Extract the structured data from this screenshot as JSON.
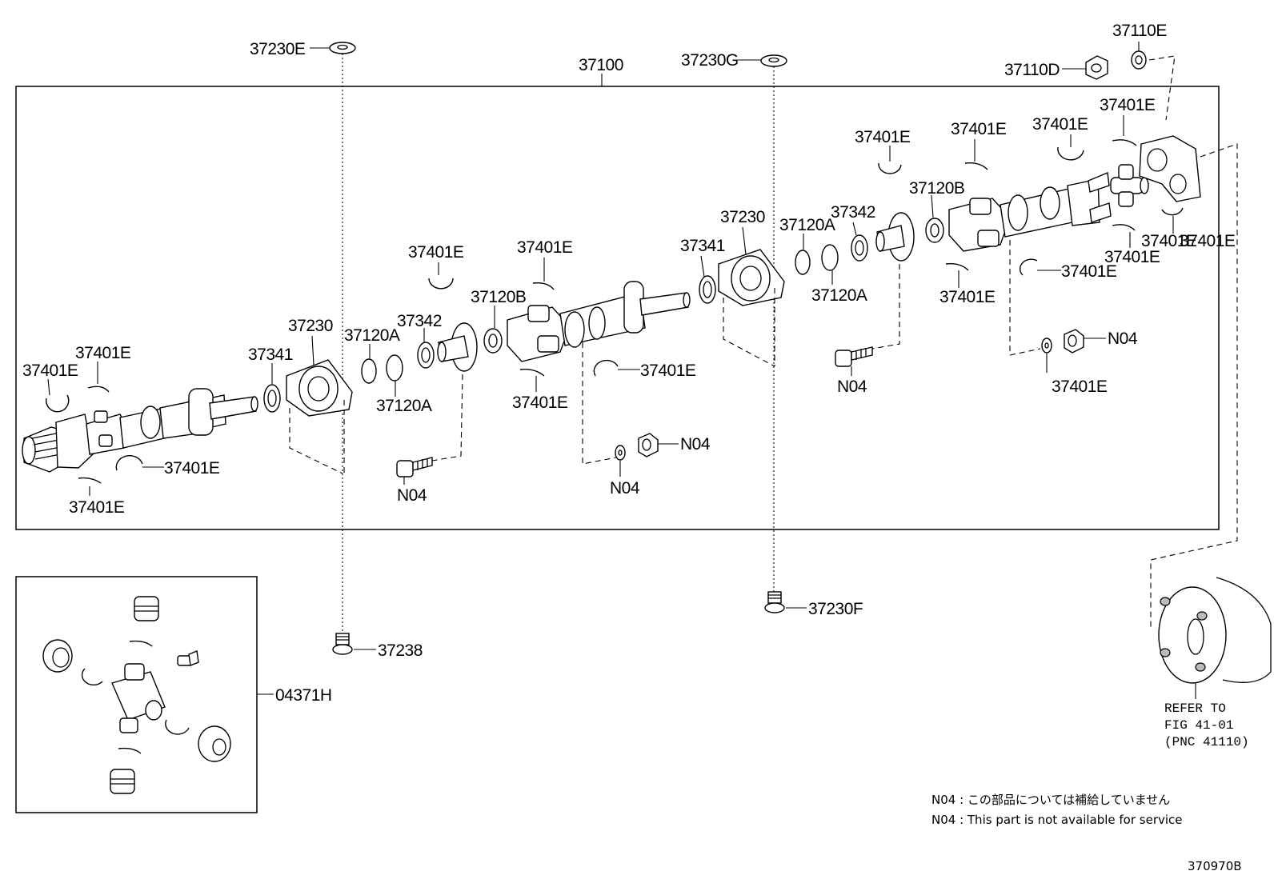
{
  "diagram": {
    "main_assembly": "37100",
    "kit_label": "04371H",
    "figure_code": "370970B",
    "refer_text": [
      "REFER TO",
      "FIG 41-01",
      "(PNC 41110)"
    ],
    "notes": [
      "N04 : この部品については補給していません",
      "N04 : This part is not available for service"
    ],
    "labels": [
      "37230E",
      "37100",
      "37230G",
      "37110E",
      "37110D",
      "37401E",
      "37401E",
      "37401E",
      "37401E",
      "37401E",
      "37230",
      "37341",
      "37342",
      "37120A",
      "37120B",
      "37120A",
      "37401E",
      "37401E",
      "37401E",
      "37401E",
      "37401E",
      "37401E",
      "37401E",
      "N04",
      "N04",
      "N04",
      "N04",
      "N04",
      "37230",
      "37341",
      "37342",
      "37120A",
      "37120B",
      "37120A",
      "37401E",
      "37401E",
      "37401E",
      "37401E",
      "37401E",
      "37401E",
      "37238",
      "37230F"
    ]
  }
}
